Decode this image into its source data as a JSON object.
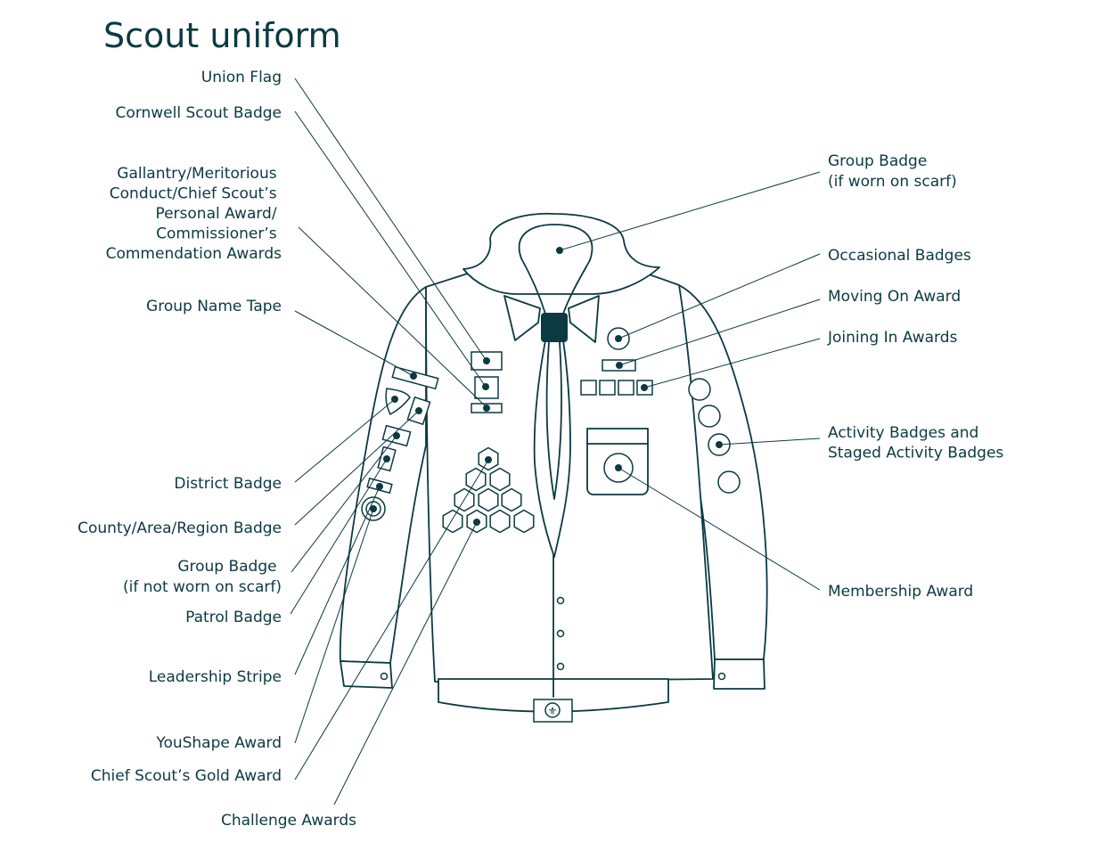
{
  "title": "Scout uniform",
  "colors": {
    "ink": "#0b3a42",
    "background": "#ffffff"
  },
  "labels_left": {
    "union_flag": [
      "Union Flag"
    ],
    "cornwell": [
      "Cornwell Scout Badge"
    ],
    "gallantry": [
      "Gallantry/Meritorious",
      "Conduct/Chief Scout’s",
      "Personal Award/",
      "Commissioner’s",
      "Commendation Awards"
    ],
    "group_name_tape": [
      "Group Name Tape"
    ],
    "district": [
      "District Badge"
    ],
    "county": [
      "County/Area/Region Badge"
    ],
    "group_badge_not_scarf": [
      "Group Badge",
      "(if not worn on scarf)"
    ],
    "patrol": [
      "Patrol Badge"
    ],
    "leadership": [
      "Leadership Stripe"
    ],
    "youshape": [
      "YouShape Award"
    ],
    "gold": [
      "Chief Scout’s Gold Award"
    ],
    "challenge": [
      "Challenge Awards"
    ]
  },
  "labels_right": {
    "group_badge_scarf": [
      "Group Badge",
      "(if worn on scarf)"
    ],
    "occasional": [
      "Occasional Badges"
    ],
    "moving_on": [
      "Moving On Award"
    ],
    "joining_in": [
      "Joining In Awards"
    ],
    "activity": [
      "Activity Badges and",
      "Staged Activity Badges"
    ],
    "membership": [
      "Membership Award"
    ]
  }
}
